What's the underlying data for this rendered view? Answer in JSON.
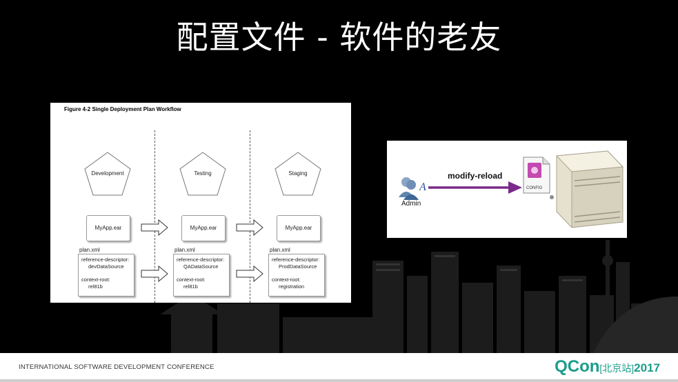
{
  "slide": {
    "title": "配置文件 - 软件的老友"
  },
  "figure": {
    "caption": "Figure 4-2 Single Deployment Plan Workflow",
    "stages": [
      {
        "name": "Development",
        "ear": "MyApp.ear",
        "plan_label": "plan.xml",
        "ref_key": "reference-descriptor:",
        "ref_val": "devDataSource",
        "ctx_key": "context-root:",
        "ctx_val": "rel81b"
      },
      {
        "name": "Testing",
        "ear": "MyApp.ear",
        "plan_label": "plan.xml",
        "ref_key": "reference-descriptor:",
        "ref_val": "QADataSource",
        "ctx_key": "context-root:",
        "ctx_val": "rel81b"
      },
      {
        "name": "Staging",
        "ear": "MyApp.ear",
        "plan_label": "plan.xml",
        "ref_key": "reference-descriptor:",
        "ref_val": "ProdDataSource",
        "ctx_key": "context-root:",
        "ctx_val": "registration"
      }
    ]
  },
  "config_diagram": {
    "arrow_label": "modify-reload",
    "user_label": "Admin",
    "file_label": "CONFIG",
    "arrow_color": "#7a2a8c"
  },
  "footer": {
    "conference": "INTERNATIONAL SOFTWARE DEVELOPMENT CONFERENCE",
    "brand": "QCon",
    "location": "[北京站]",
    "year": "2017",
    "brand_color": "#1a9d8b"
  }
}
